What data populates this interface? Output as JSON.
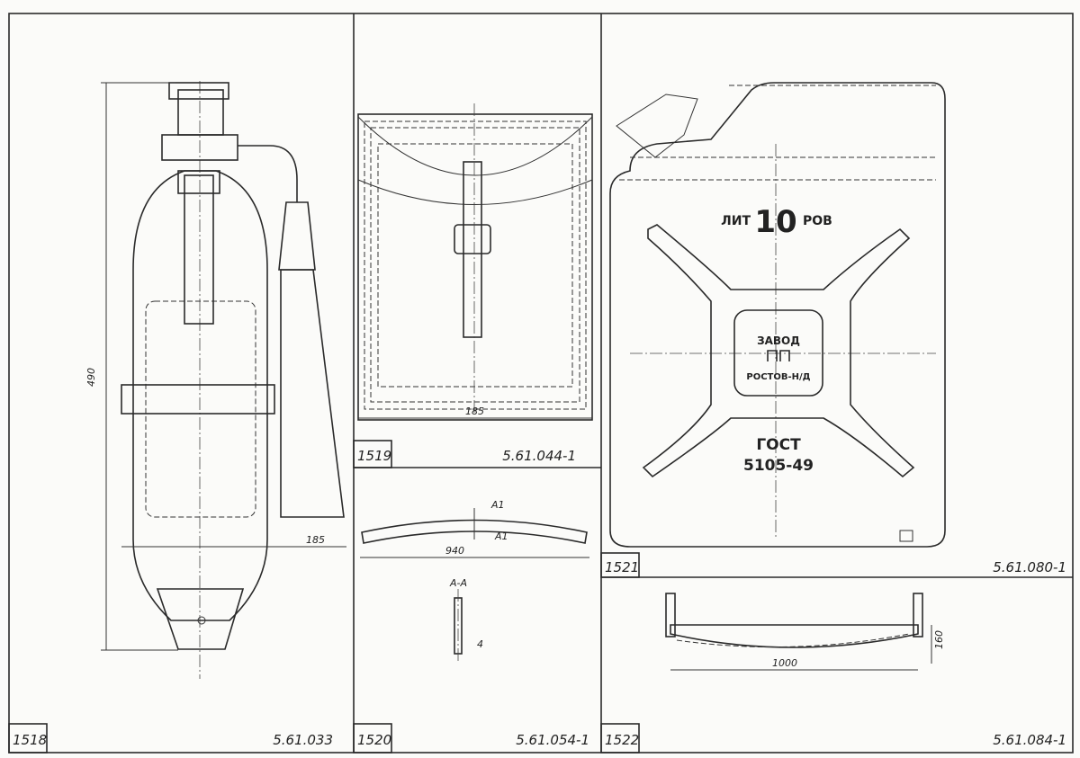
{
  "panels": [
    {
      "number": "1518",
      "code": "5.61.033",
      "dimensions": [
        "490",
        "185"
      ]
    },
    {
      "number": "1519",
      "code": "5.61.044-1",
      "dimensions": [
        "185"
      ]
    },
    {
      "number": "1520",
      "code": "5.61.054-1",
      "dimensions": [
        "A1",
        "940",
        "A1",
        "A-A",
        "4"
      ]
    },
    {
      "number": "1521",
      "code": "5.61.080-1",
      "dimensions": []
    },
    {
      "number": "1522",
      "code": "5.61.084-1",
      "dimensions": [
        "160",
        "1000"
      ]
    }
  ],
  "canister": {
    "lit": "ЛИТ",
    "volume": "10",
    "rov": "РОВ",
    "logo_top": "ЗАВОД",
    "logo_bottom": "РОСТОВ-Н/Д",
    "gost": "ГОСТ",
    "gost_number": "5105-49"
  }
}
